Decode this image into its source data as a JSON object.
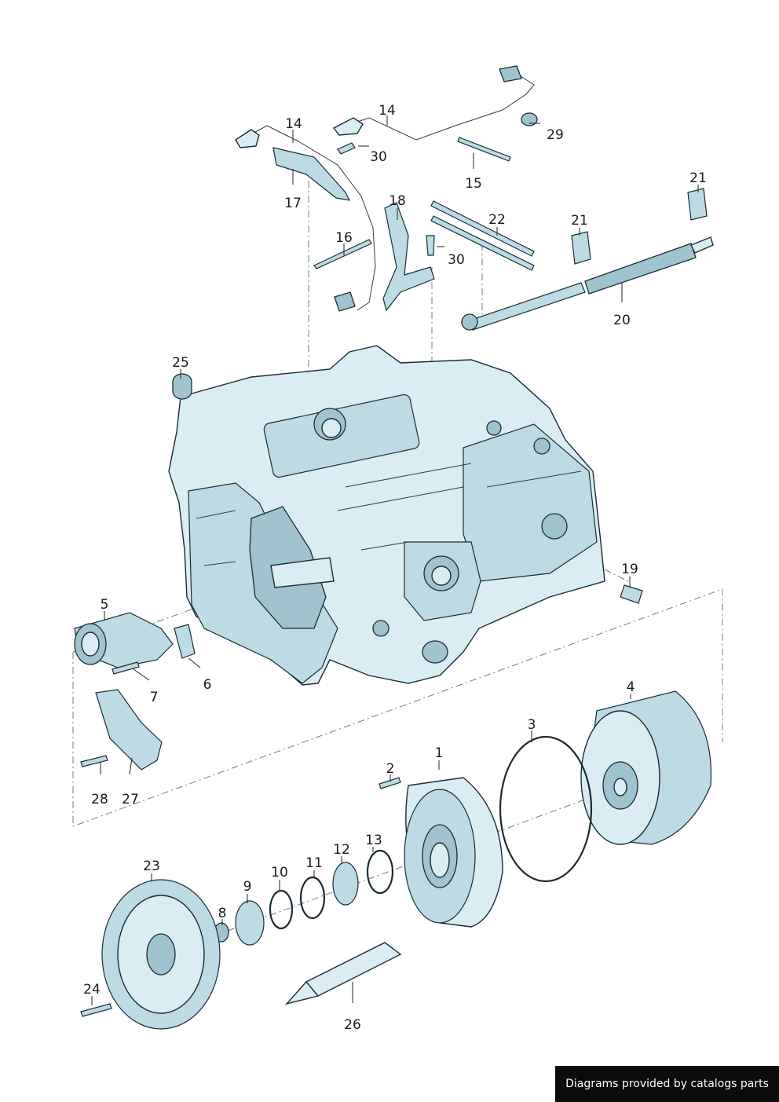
{
  "callouts": {
    "c1": "1",
    "c2": "2",
    "c3": "3",
    "c4": "4",
    "c5": "5",
    "c6": "6",
    "c7": "7",
    "c8": "8",
    "c9": "9",
    "c10": "10",
    "c11": "11",
    "c12": "12",
    "c13": "13",
    "c14a": "14",
    "c14b": "14",
    "c15": "15",
    "c16": "16",
    "c17": "17",
    "c18": "18",
    "c19": "19",
    "c20": "20",
    "c21a": "21",
    "c21b": "21",
    "c22": "22",
    "c23": "23",
    "c24": "24",
    "c25": "25",
    "c26": "26",
    "c27": "27",
    "c28": "28",
    "c29": "29",
    "c30a": "30",
    "c30b": "30"
  },
  "footer": {
    "text": "Diagrams provided by catalogs parts"
  },
  "colors": {
    "part_fill": "#d9edf2",
    "part_shade": "#9fc3cf",
    "outline": "#1c2b33",
    "footer_bg": "#0b0b0b"
  }
}
